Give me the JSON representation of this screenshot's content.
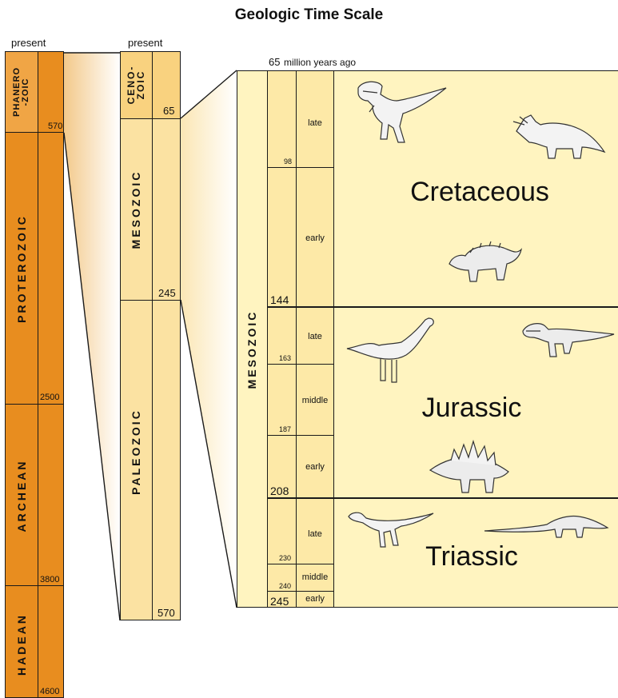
{
  "title": "Geologic Time Scale",
  "col1": {
    "header": "present",
    "eons": [
      "PHANERO\n-ZOIC",
      "PROTEROZOIC",
      "ARCHEAN",
      "HADEAN"
    ],
    "ages": [
      "570",
      "2500",
      "3800",
      "4600"
    ]
  },
  "col2": {
    "header": "present",
    "eras": [
      "CENO-\nZOIC",
      "MESOZOIC",
      "PALEOZOIC"
    ],
    "ages": [
      "65",
      "245",
      "570"
    ]
  },
  "col3": {
    "header_num": "65",
    "header_text": "million years ago",
    "era": "MESOZOIC",
    "periods": [
      "Cretaceous",
      "Jurassic",
      "Triassic"
    ],
    "epochs": [
      "late",
      "early",
      "late",
      "middle",
      "early",
      "late",
      "middle",
      "early"
    ],
    "ages_small": [
      "98",
      "163",
      "187",
      "230",
      "240"
    ],
    "ages_big": [
      "144",
      "208",
      "245"
    ]
  },
  "illustrations": [
    "tyrannosaurus",
    "triceratops",
    "ankylosaurus",
    "sauropod",
    "allosaurus",
    "stegosaurus",
    "coelophysis",
    "long-tailed reptile"
  ],
  "colors": {
    "eon_dark": "#e88d1f",
    "eon_light": "#f0a545",
    "era_light": "#fbe2a2",
    "era_mid": "#f9d27f",
    "mesozoic_panel": "#fff4c0",
    "outline": "#1a1a1a"
  }
}
